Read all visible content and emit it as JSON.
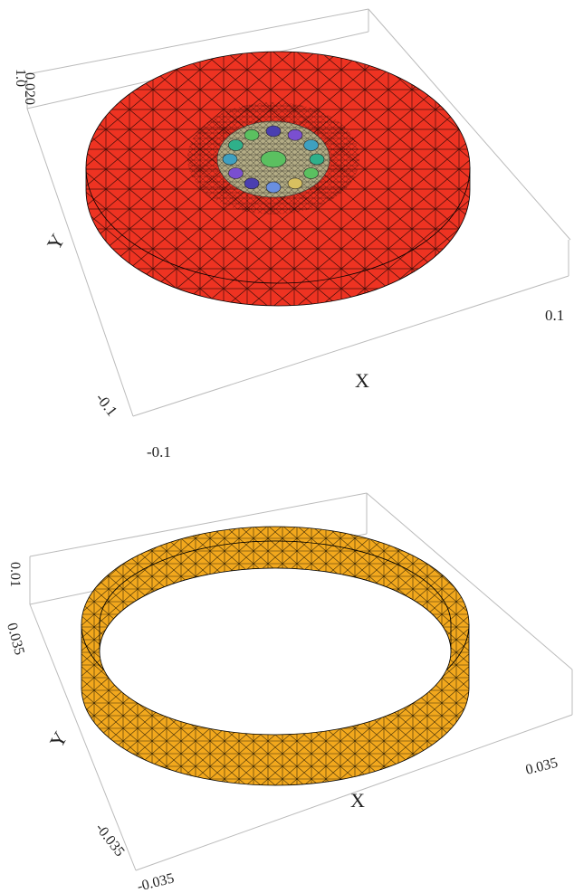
{
  "plots": [
    {
      "xlabel": "X",
      "ylabel": "Y",
      "x_min_tick": "-0.1",
      "x_max_tick": "0.1",
      "y_min_tick": "-0.1",
      "z_tick": "0.020",
      "corner_tick": "1.0",
      "mesh_color": "#ee3322",
      "core_colors": [
        "#4a3fb0",
        "#7a4fd0",
        "#3fa0c0",
        "#2fb08a",
        "#5bc060",
        "#d8c060",
        "#6a8fe0"
      ]
    },
    {
      "xlabel": "X",
      "ylabel": "Y",
      "x_min_tick": "-0.035",
      "x_max_tick": "0.035",
      "y_min_tick": "-0.035",
      "y_max_tick": "0.035",
      "z_tick": "0.01",
      "mesh_color": "#f2a81d"
    }
  ]
}
